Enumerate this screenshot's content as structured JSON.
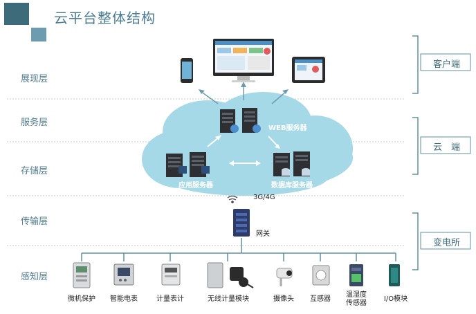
{
  "title": "云平台整体结构",
  "layers": {
    "presentation": "展现层",
    "service": "服务层",
    "storage": "存储层",
    "transport": "传输层",
    "perception": "感知层"
  },
  "sides": {
    "client": "客户端",
    "cloud": "云　端",
    "substation": "变电所"
  },
  "cloud": {
    "web_servers": "WEB服务器",
    "app_servers": "应用服务器",
    "db_servers": "数据库服务器"
  },
  "network": {
    "signal": "3G/4G",
    "gateway": "网关"
  },
  "devices": [
    "微机保护",
    "智能电表",
    "计量表计",
    "无线计量模块",
    "摄像头",
    "互感器",
    "温湿度\n传感器",
    "I/O模块"
  ],
  "colors": {
    "accent": "#4a7d93",
    "cloud": "#9ed6e6",
    "bracket": "#5f8fa3"
  }
}
